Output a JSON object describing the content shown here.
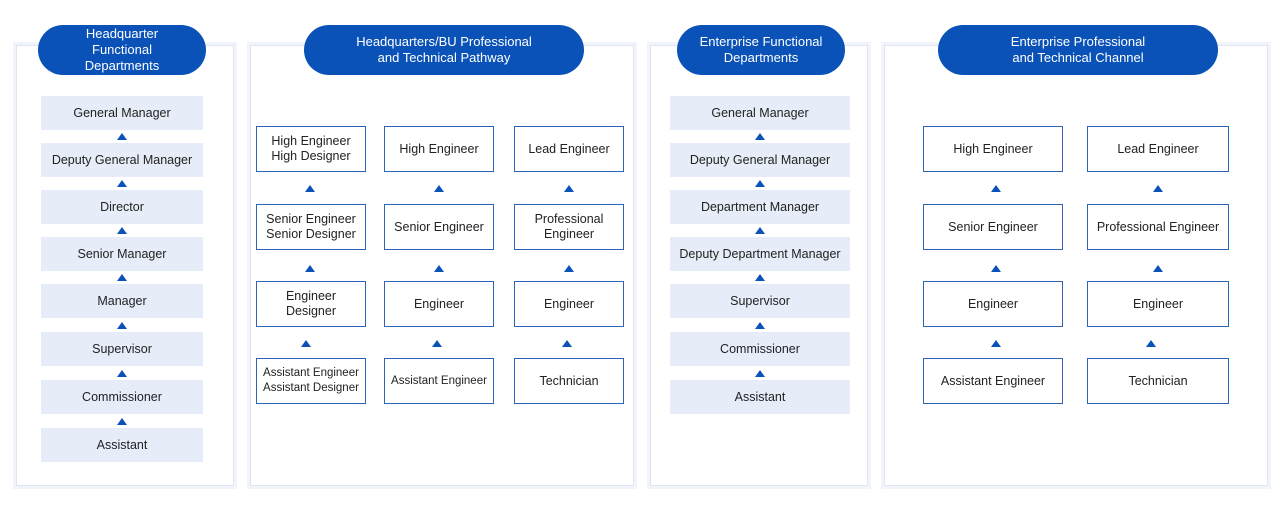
{
  "colors": {
    "accent": "#0a52b8",
    "fill": "#e6ecf8",
    "border": "#2f63b8"
  },
  "headers": {
    "hq_functional": "Headquarter\nFunctional\nDepartments",
    "hq_professional": "Headquarters/BU  Professional\nand Technical Pathway",
    "ent_functional": "Enterprise Functional\nDepartments",
    "ent_professional": "Enterprise Professional\nand Technical Channel"
  },
  "hq_functional_levels": [
    "General Manager",
    "Deputy General Manager",
    "Director",
    "Senior Manager",
    "Manager",
    "Supervisor",
    "Commissioner",
    "Assistant"
  ],
  "hq_professional_columns": [
    [
      "High Engineer\nHigh Designer",
      "Senior Engineer\nSenior Designer",
      "Engineer\nDesigner",
      "Assistant Engineer\nAssistant Designer"
    ],
    [
      "High Engineer",
      "Senior Engineer",
      "Engineer",
      "Assistant Engineer"
    ],
    [
      "Lead Engineer",
      "Professional\nEngineer",
      "Engineer",
      "Technician"
    ]
  ],
  "ent_functional_levels": [
    "General Manager",
    "Deputy General Manager",
    "Department Manager",
    "Deputy Department Manager",
    "Supervisor",
    "Commissioner",
    "Assistant"
  ],
  "ent_professional_columns": [
    [
      "High Engineer",
      "Senior Engineer",
      "Engineer",
      "Assistant Engineer"
    ],
    [
      "Lead Engineer",
      "Professional Engineer",
      "Engineer",
      "Technician"
    ]
  ]
}
